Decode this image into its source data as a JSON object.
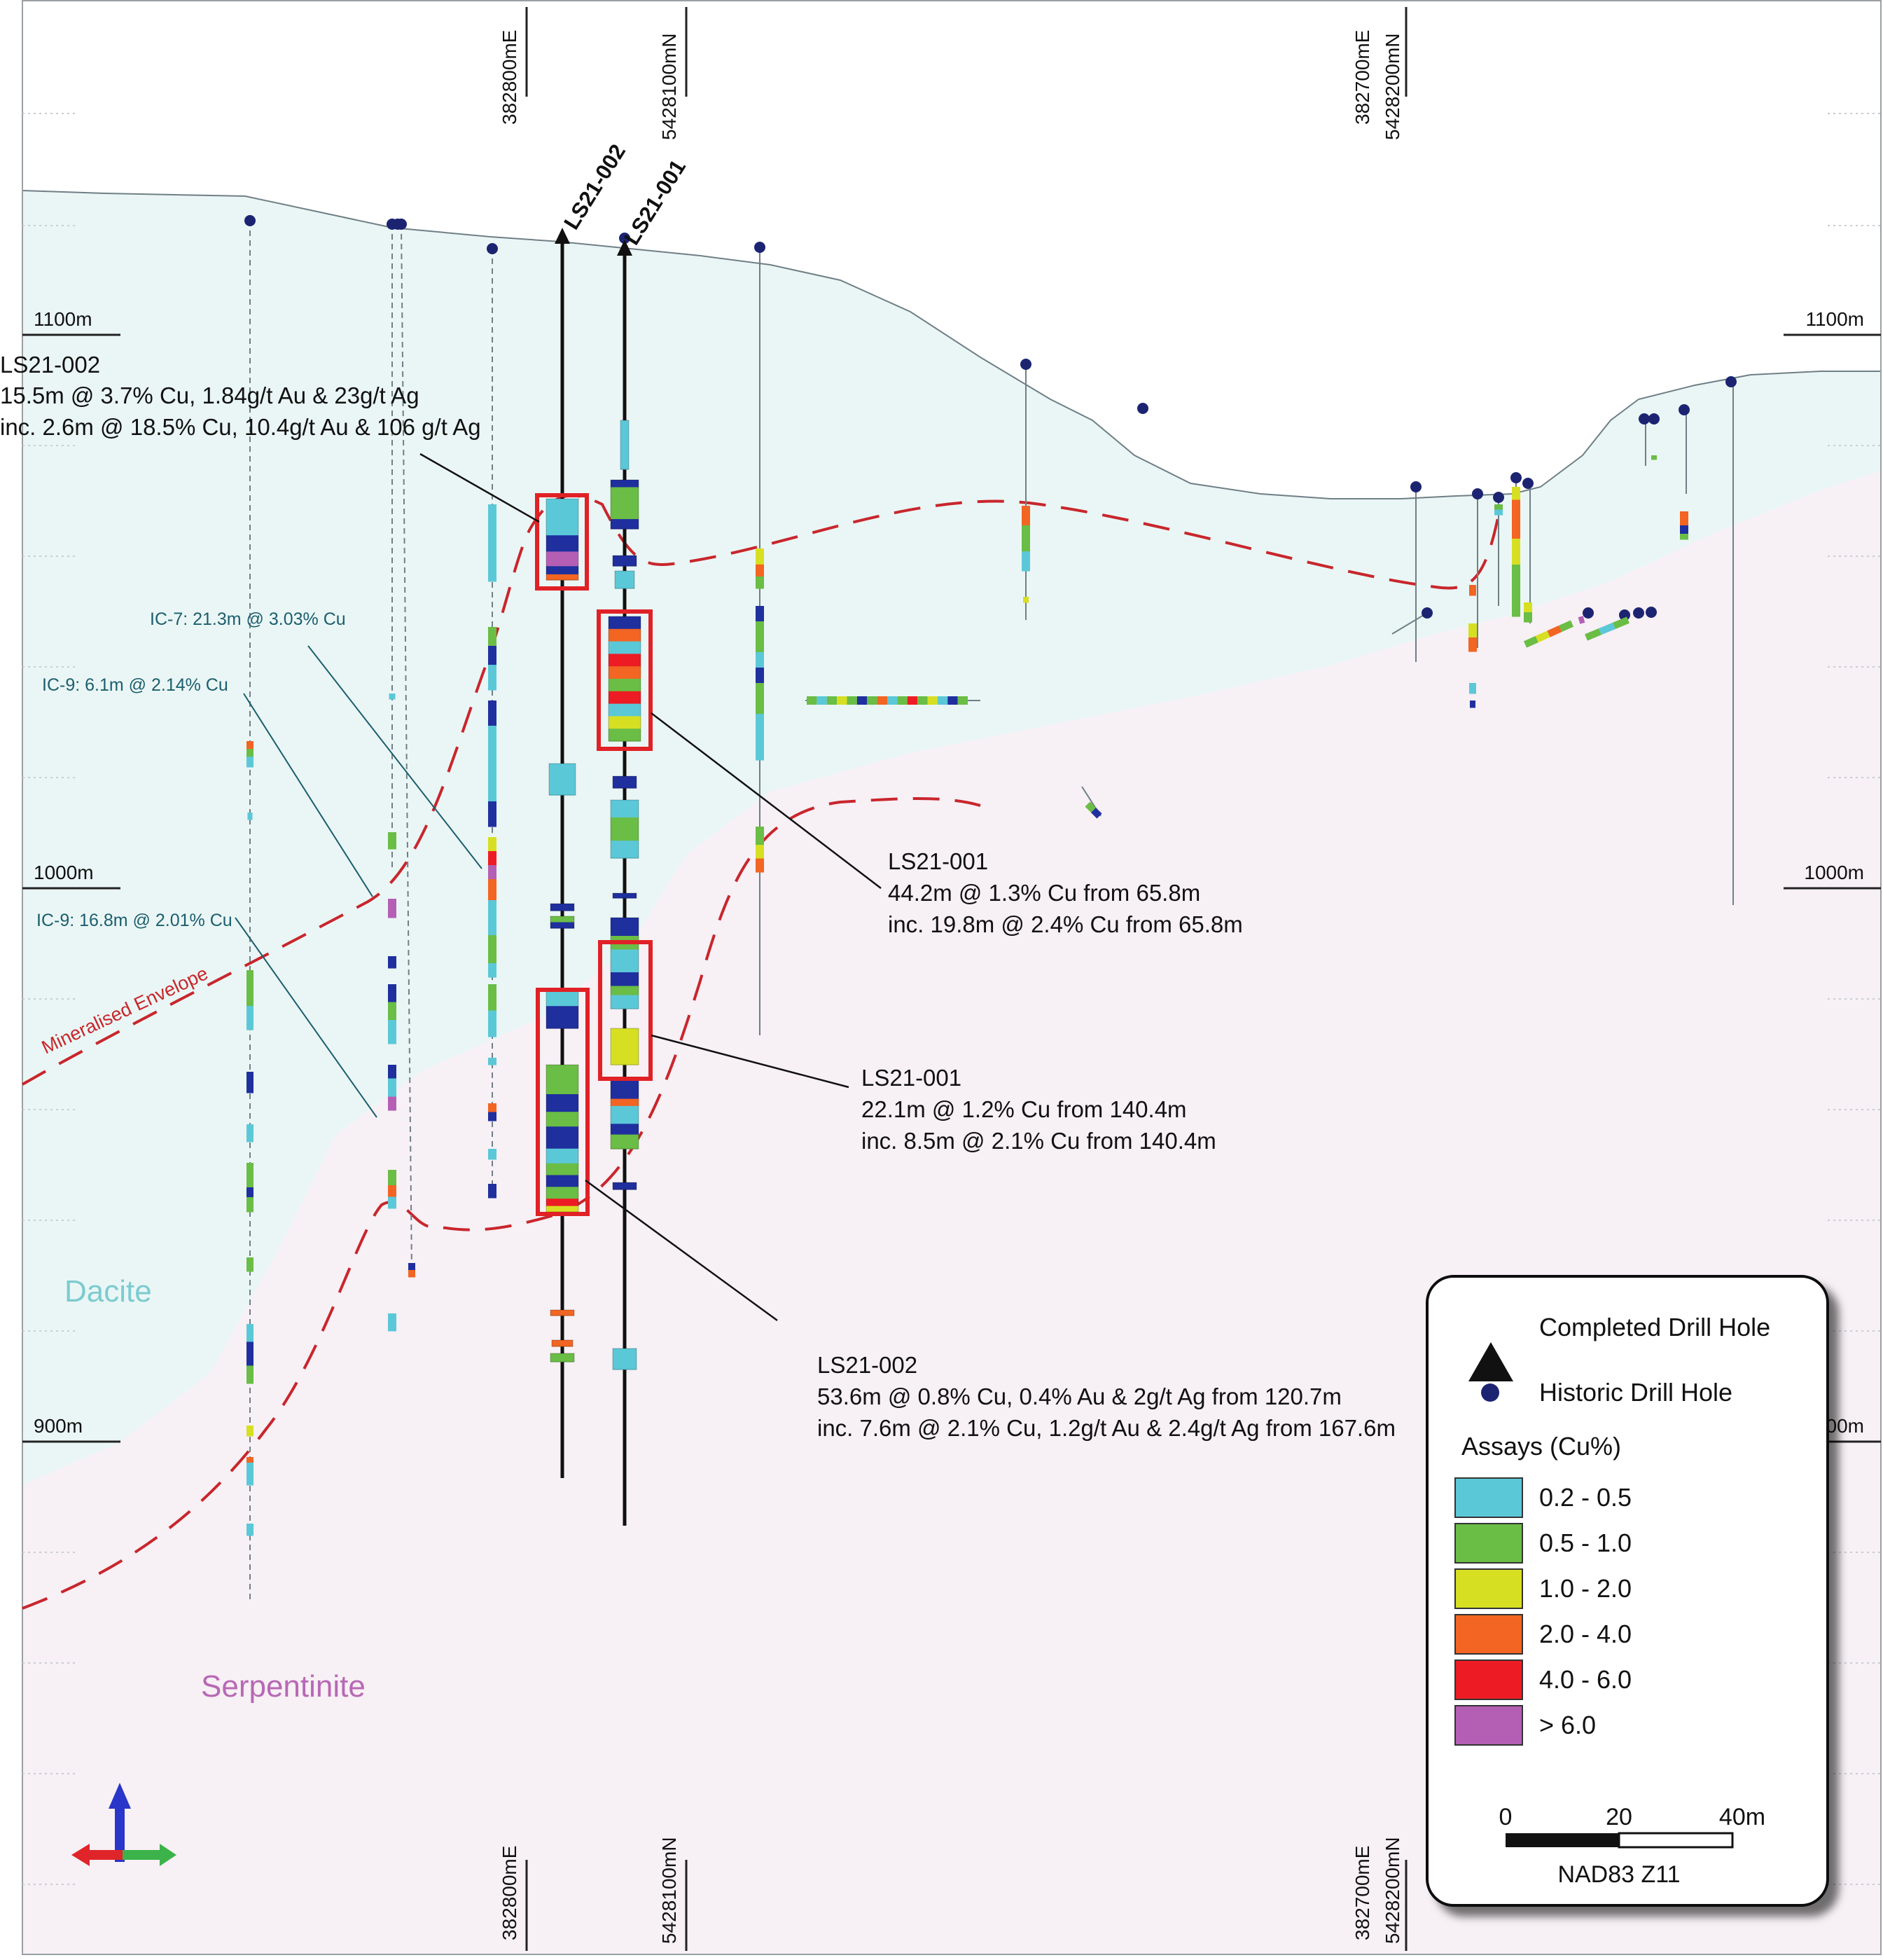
{
  "coords_top": [
    {
      "label": "382800mE"
    },
    {
      "label": "5428100mN"
    },
    {
      "label": "382700mE"
    },
    {
      "label": "5428200mN"
    }
  ],
  "coords_bottom": [
    {
      "label": "382800mE"
    },
    {
      "label": "5428100mN"
    },
    {
      "label": "382700mE"
    },
    {
      "label": "5428200mN"
    }
  ],
  "elevations": {
    "left": [
      "1100m",
      "1000m",
      "900m"
    ],
    "right": [
      "1100m",
      "1000m",
      "00m"
    ]
  },
  "drill_holes": {
    "ls21_002": "LS21-002",
    "ls21_001": "LS21-001"
  },
  "annotations": {
    "a1": {
      "title": "LS21-002",
      "line1": "15.5m @ 3.7% Cu, 1.84g/t Au & 23g/t Ag",
      "line2": "inc. 2.6m @ 18.5% Cu, 10.4g/t Au & 106 g/t Ag"
    },
    "a2": {
      "title": "LS21-001",
      "line1": "44.2m @ 1.3% Cu from 65.8m",
      "line2": "inc. 19.8m @ 2.4% Cu from 65.8m"
    },
    "a3": {
      "title": "LS21-001",
      "line1": "22.1m @ 1.2% Cu from 140.4m",
      "line2": "inc. 8.5m @ 2.1% Cu from 140.4m"
    },
    "a4": {
      "title": "LS21-002",
      "line1": "53.6m @ 0.8% Cu, 0.4% Au & 2g/t Ag from 120.7m",
      "line2": "inc. 7.6m @ 2.1% Cu, 1.2g/t Au & 2.4g/t Ag from 167.6m"
    },
    "ic7": "IC-7: 21.3m @ 3.03% Cu",
    "ic9a": "IC-9: 6.1m @ 2.14% Cu",
    "ic9b": "IC-9: 16.8m @ 2.01% Cu"
  },
  "labels": {
    "envelope": "Mineralised Envelope",
    "dacite": "Dacite",
    "serpentinite": "Serpentinite"
  },
  "legend": {
    "completed": "Completed Drill Hole",
    "historic": "Historic Drill Hole",
    "assays_title": "Assays (Cu%)",
    "items": [
      {
        "label": "0.2 - 0.5",
        "color": "#5bc8d8"
      },
      {
        "label": "0.5 - 1.0",
        "color": "#6abd45"
      },
      {
        "label": "1.0 - 2.0",
        "color": "#d7df23"
      },
      {
        "label": "2.0 - 4.0",
        "color": "#f26522"
      },
      {
        "label": "4.0 - 6.0",
        "color": "#ed1c24"
      },
      {
        "label": "> 6.0",
        "color": "#b45fb4"
      }
    ],
    "scale": {
      "zero": "0",
      "mid": "20",
      "end": "40m"
    },
    "datum": "NAD83 Z11"
  },
  "colors": {
    "dacite_fill": "#eaf6f5",
    "serpentinite_fill": "#f7f0f5",
    "envelope": "#c8262c",
    "highlight_box": "#e02126",
    "historic_collar": "#1c2472",
    "dacite_text": "#7ccbd0",
    "serpentinite_text": "#b868b4",
    "ic_text": "#1b5e6e"
  }
}
